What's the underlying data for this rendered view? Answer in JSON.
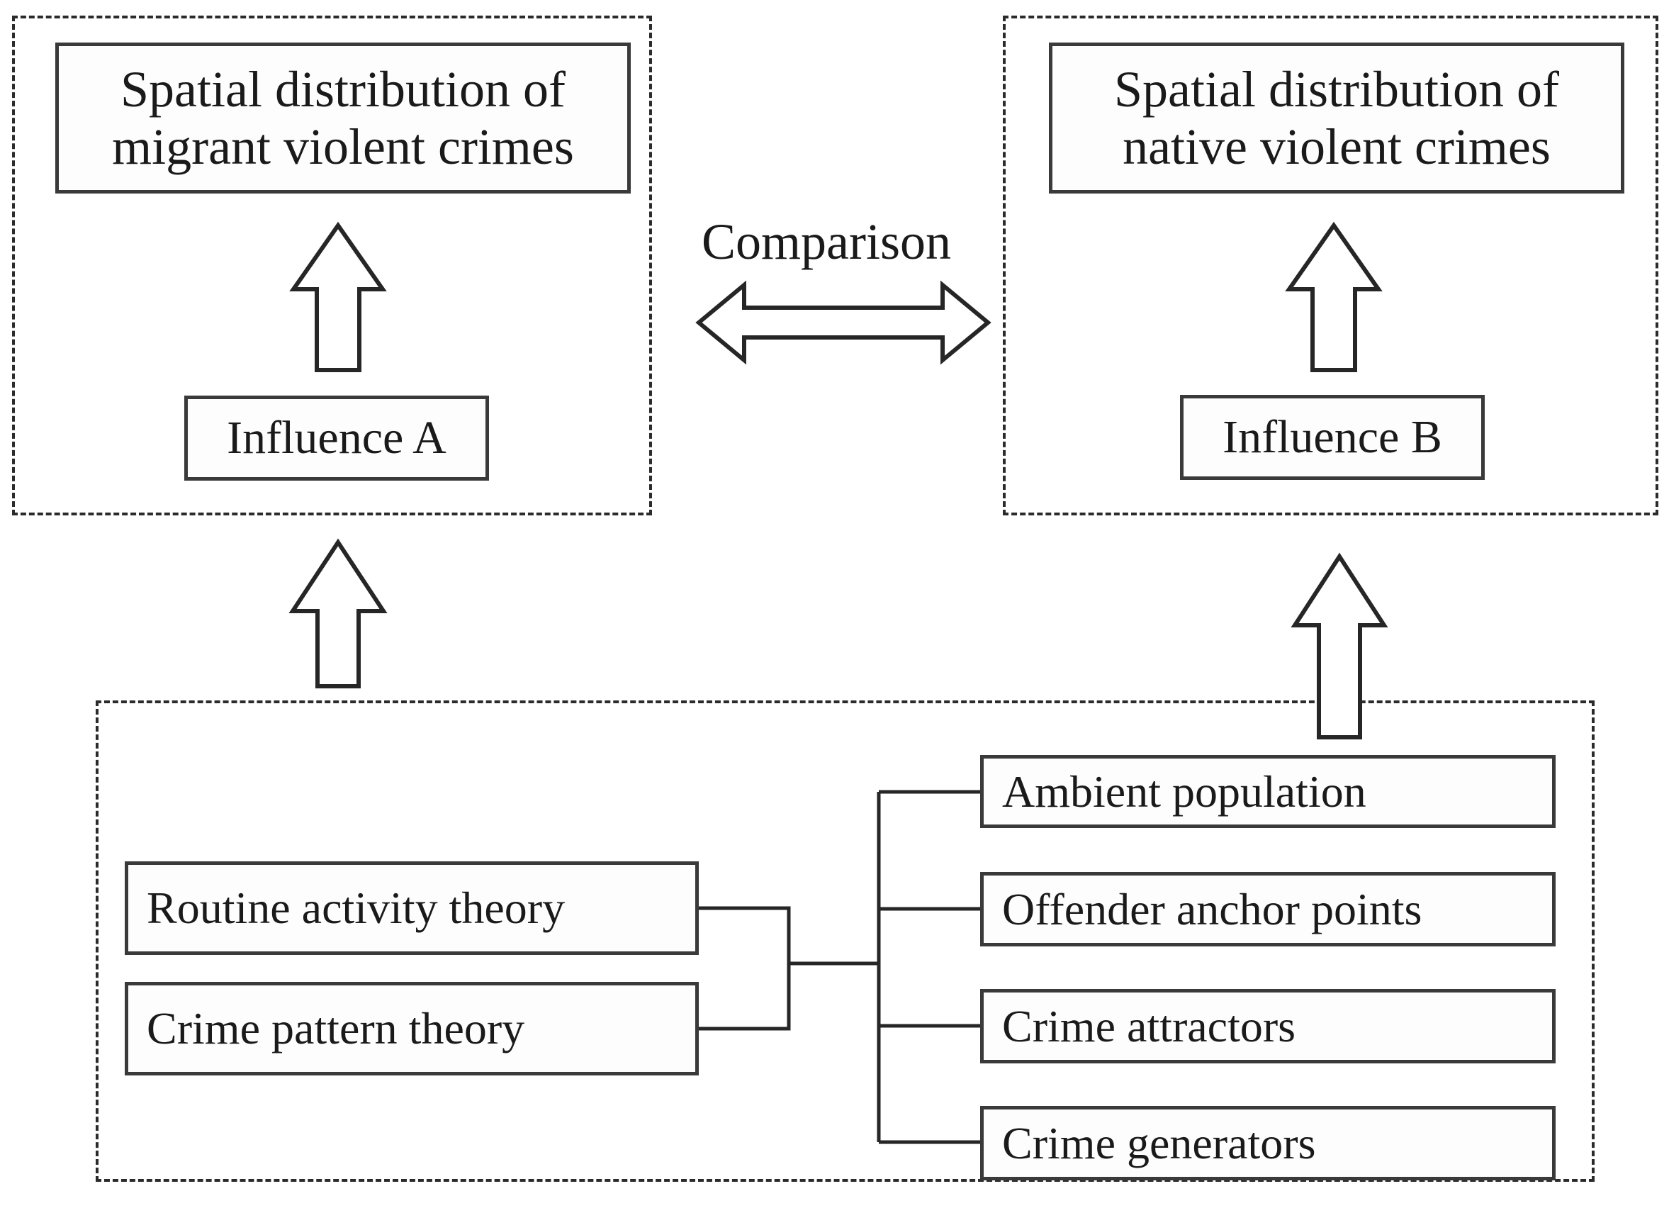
{
  "diagram": {
    "title": "Conceptual framework comparing spatial distribution of migrant vs native violent crimes",
    "panels": {
      "migrant_group": {
        "name": "migrant-group-panel"
      },
      "native_group": {
        "name": "native-group-panel"
      },
      "theory_group": {
        "name": "theory-group-panel"
      }
    },
    "nodes": {
      "migrant_outcome": "Spatial distribution of\nmigrant violent crimes",
      "native_outcome": "Spatial distribution of\nnative violent crimes",
      "influence_a": "Influence A",
      "influence_b": "Influence B",
      "routine_activity_theory": "Routine activity theory",
      "crime_pattern_theory": "Crime pattern theory",
      "ambient_population": "Ambient population",
      "offender_anchor_points": "Offender anchor points",
      "crime_attractors": "Crime attractors",
      "crime_generators": "Crime generators"
    },
    "labels": {
      "comparison": "Comparison"
    },
    "arrows": {
      "migrant_up": "up-arrow-influence-a-to-migrant-outcome",
      "native_up": "up-arrow-influence-b-to-native-outcome",
      "theory_to_migrant": "up-arrow-theory-group-to-migrant-group",
      "theory_to_native": "up-arrow-theory-group-to-native-group",
      "comparison_double": "double-headed-comparison-arrow"
    },
    "colors": {
      "box_border": "#3a3a3a",
      "panel_border": "#2b2b2b",
      "line": "#262626",
      "text": "#1a1a1a",
      "background": "#ffffff"
    }
  }
}
